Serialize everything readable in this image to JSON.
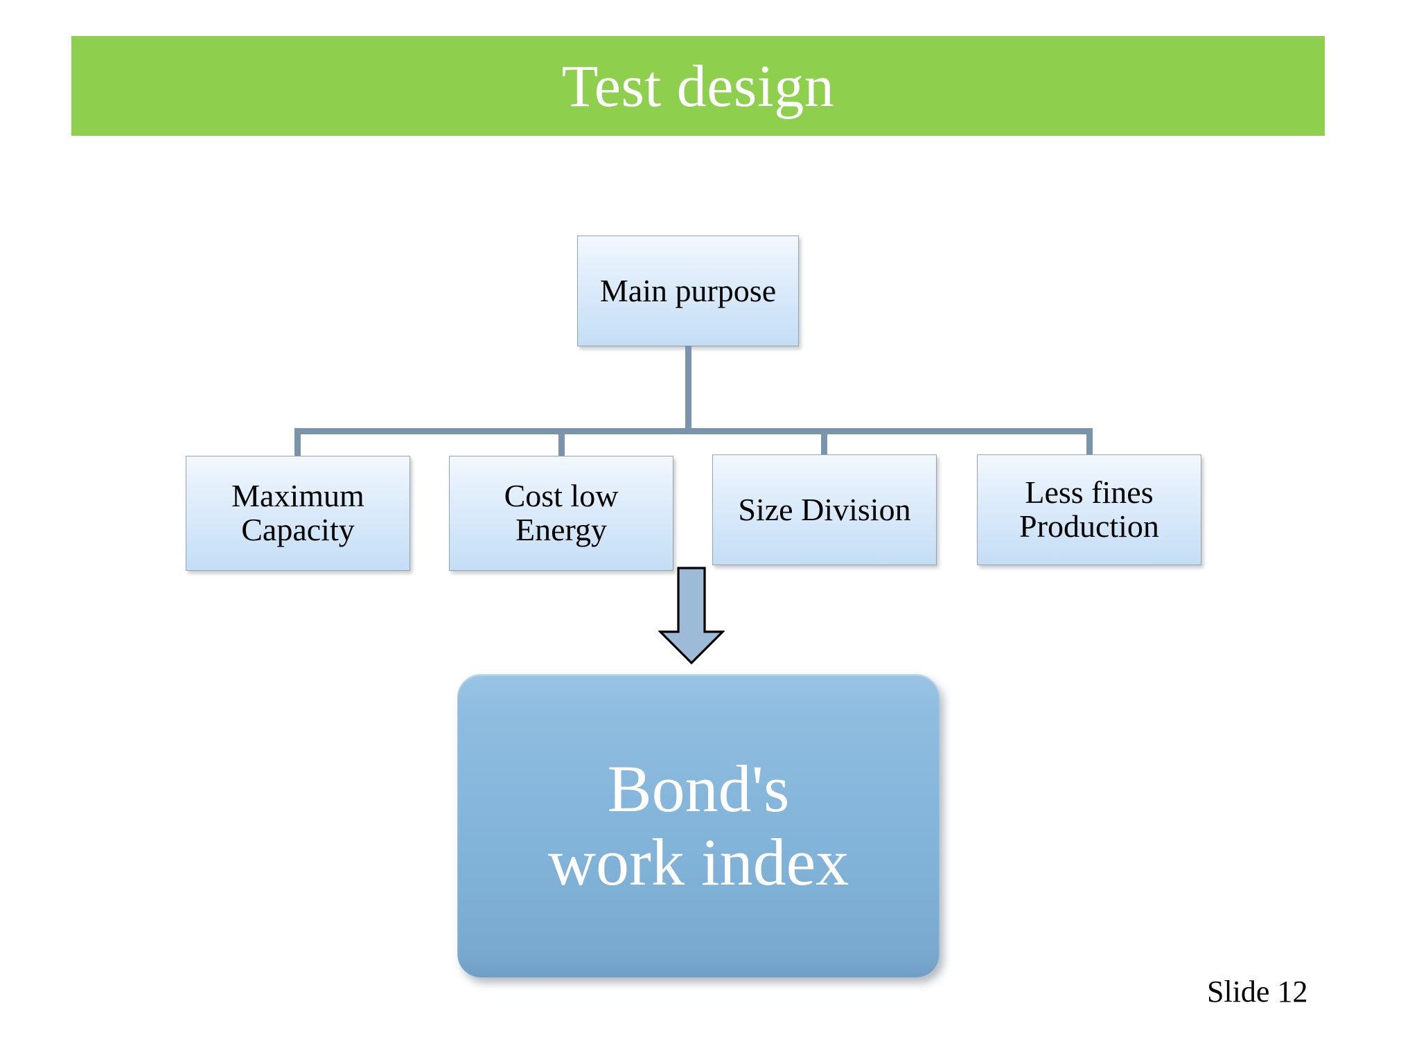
{
  "slide": {
    "title": "Test design",
    "slide_number_label": "Slide 12",
    "background_color": "#ffffff",
    "title_banner_color": "#8ed04e",
    "title_text_color": "#ffffff"
  },
  "diagram": {
    "type": "org-chart",
    "root": {
      "id": "main-purpose",
      "label": "Main purpose"
    },
    "children": [
      {
        "id": "maximum-capacity",
        "label": "Maximum\nCapacity"
      },
      {
        "id": "cost-low-energy",
        "label": "Cost low\nEnergy"
      },
      {
        "id": "size-division",
        "label": "Size Division"
      },
      {
        "id": "less-fines-production",
        "label": "Less fines\nProduction"
      }
    ],
    "arrow": {
      "id": "down-arrow",
      "direction": "down",
      "from": "cost-low-energy",
      "to": "result",
      "fill_color": "#9dbbd6",
      "stroke_color": "#000000"
    },
    "result": {
      "id": "result",
      "label": "Bond's\nwork index",
      "fill_color": "#84b5da",
      "text_color": "#ffffff"
    },
    "connector_color": "#7a95ab",
    "node_fill_top": "#f3f8fd",
    "node_fill_bottom": "#c4ddf5",
    "node_border_color": "#9aa3ab",
    "node_text_color": "#000000"
  }
}
